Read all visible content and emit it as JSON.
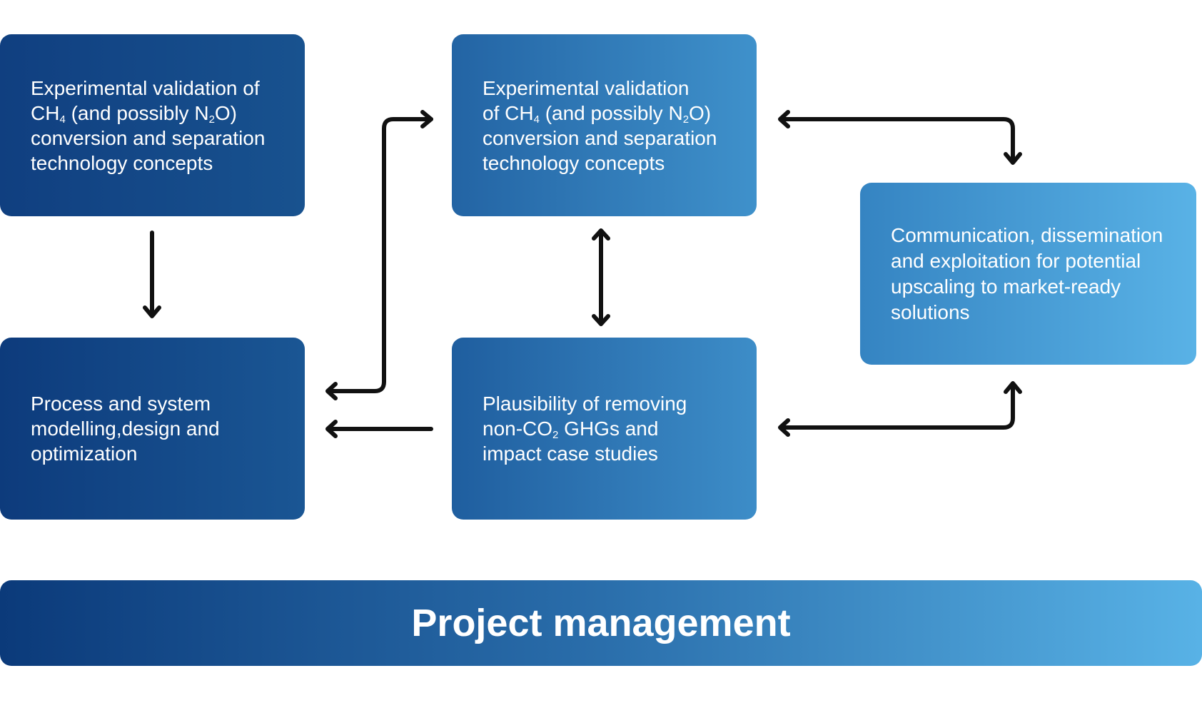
{
  "boxes": {
    "top_left": {
      "line1": "Experimental validation of",
      "line2_pre": "CH",
      "line2_sub1": "4",
      "line2_mid": " (and possibly N",
      "line2_sub2": "2",
      "line2_post": "O)",
      "line3": "conversion and separation",
      "line4": "technology concepts"
    },
    "top_middle": {
      "line1": "Experimental validation",
      "line2_pre": "of CH",
      "line2_sub1": "4",
      "line2_mid": " (and possibly N",
      "line2_sub2": "2",
      "line2_post": "O)",
      "line3": "conversion and separation",
      "line4": "technology concepts"
    },
    "bottom_left": {
      "line1": "Process and system",
      "line2": "modelling,design and",
      "line3": "optimization"
    },
    "bottom_middle": {
      "line1": "Plausibility of removing",
      "line2_pre": "non-CO",
      "line2_sub": "2",
      "line2_post": " GHGs and",
      "line3": "impact case studies"
    },
    "right": {
      "line1": "Communication, dissemination",
      "line2": "and exploitation for potential",
      "line3": "upscaling to market-ready",
      "line4": "solutions"
    }
  },
  "footer": {
    "title": "Project management"
  },
  "colors": {
    "dark_blue": "#0d3b7c",
    "mid_blue": "#2f78b8",
    "light_blue": "#58b2e6",
    "arrow": "#111111",
    "text": "#ffffff"
  }
}
